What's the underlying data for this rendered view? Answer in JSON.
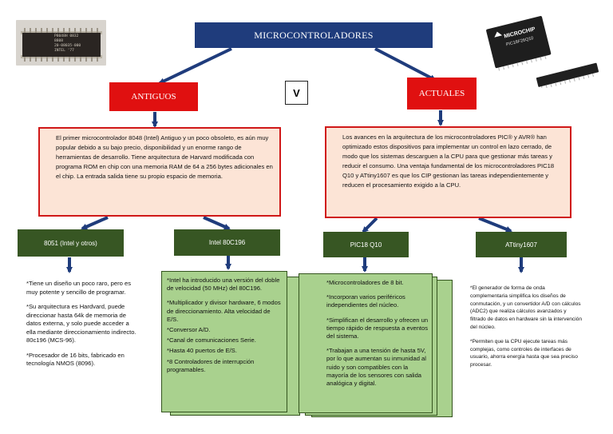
{
  "title": "MICROCONTROLADORES",
  "versus": "V",
  "left": {
    "heading": "ANTIGUOS",
    "description": "El primer microcontrolador 8048 (Intel) Antiguo y un poco obsoleto, es aún muy popular debido a su bajo precio, disponibilidad y un enorme rango de herramientas de desarrollo. Tiene arquitectura de Harvard modificada con programa ROM en chip con una memoria RAM de 64 a 256 bytes adicionales en el chip. La entrada salida tiene su propio espacio de memoria.",
    "chip_photo_text": [
      "P8048H 0832",
      "8808",
      "20-08035-000",
      "INTEL '77"
    ],
    "branches": [
      {
        "label": "8051 (Intel y otros)",
        "items": [
          "*Tiene un diseño un poco raro, pero es muy potente y sencillo de programar.",
          "*Su arquitectura es Hardvard, puede direccionar hasta 64k de memoria de datos externa, y solo puede acceder a ella mediante direccionamiento indirecto. 80c196 (MCS-96).",
          "*Procesador de 16 bits, fabricado en tecnología NMOS (8096)."
        ]
      },
      {
        "label": "Intel 80C196",
        "items": [
          "*Intel ha introducido una versión del doble de velocidad (50 MHz) del 80C196.",
          "*Multiplicador y divisor hardware, 6 modos de direccionamiento. Alta velocidad de E/S.",
          "*Conversor A/D.",
          "*Canal de comunicaciones Serie.",
          "*Hasta 40 puertos de E/S.",
          "*8 Controladores de interrupción programables."
        ]
      }
    ]
  },
  "right": {
    "heading": "ACTUALES",
    "description": "Los avances en la arquitectura de los microcontroladores PIC® y AVR® han optimizado estos dispositivos para implementar un control en lazo cerrado, de modo que los sistemas descarguen a la CPU para que gestionar más tareas y reducir el consumo. Una ventaja fundamental de los microcontroladores PIC18 Q10 y ATtiny1607 es que los CIP gestionan las tareas independientemente y reducen el procesamiento exigido a la CPU.",
    "chip_brand": "MICROCHIP",
    "chip_part": "PIC18F26Q10",
    "branches": [
      {
        "label": "PIC18 Q10",
        "items": [
          "*Microcontroladores de 8 bit.",
          "*Incorporan varios periféricos independientes del núcleo.",
          "*Simplifican el desarrollo y ofrecen un tiempo rápido de respuesta a eventos del sistema.",
          "*Trabajan a una tensión de hasta 5V, por lo que aumentan su inmunidad al ruido y son compatibles con la mayoría de los sensores con salida analógica y digital."
        ]
      },
      {
        "label": "ATtiny1607",
        "items": [
          "*El generador de forma de onda complementaria simplifica los diseños de conmutación, y un convertidor A/D con cálculos (ADC2) que realiza cálculos avanzados y filtrado de datos en hardware sin la intervención del núcleo.",
          "*Permiten que la CPU ejecute tareas más complejas, como controles de interfaces de usuario, ahorra energía hasta que sea preciso procesar."
        ]
      }
    ]
  },
  "colors": {
    "title_bg": "#1f3c7c",
    "heading_bg": "#e01010",
    "description_bg": "#fce4d6",
    "branch_bg": "#375623",
    "panel_bg": "#a9d18e",
    "arrow": "#1f3c7c"
  }
}
